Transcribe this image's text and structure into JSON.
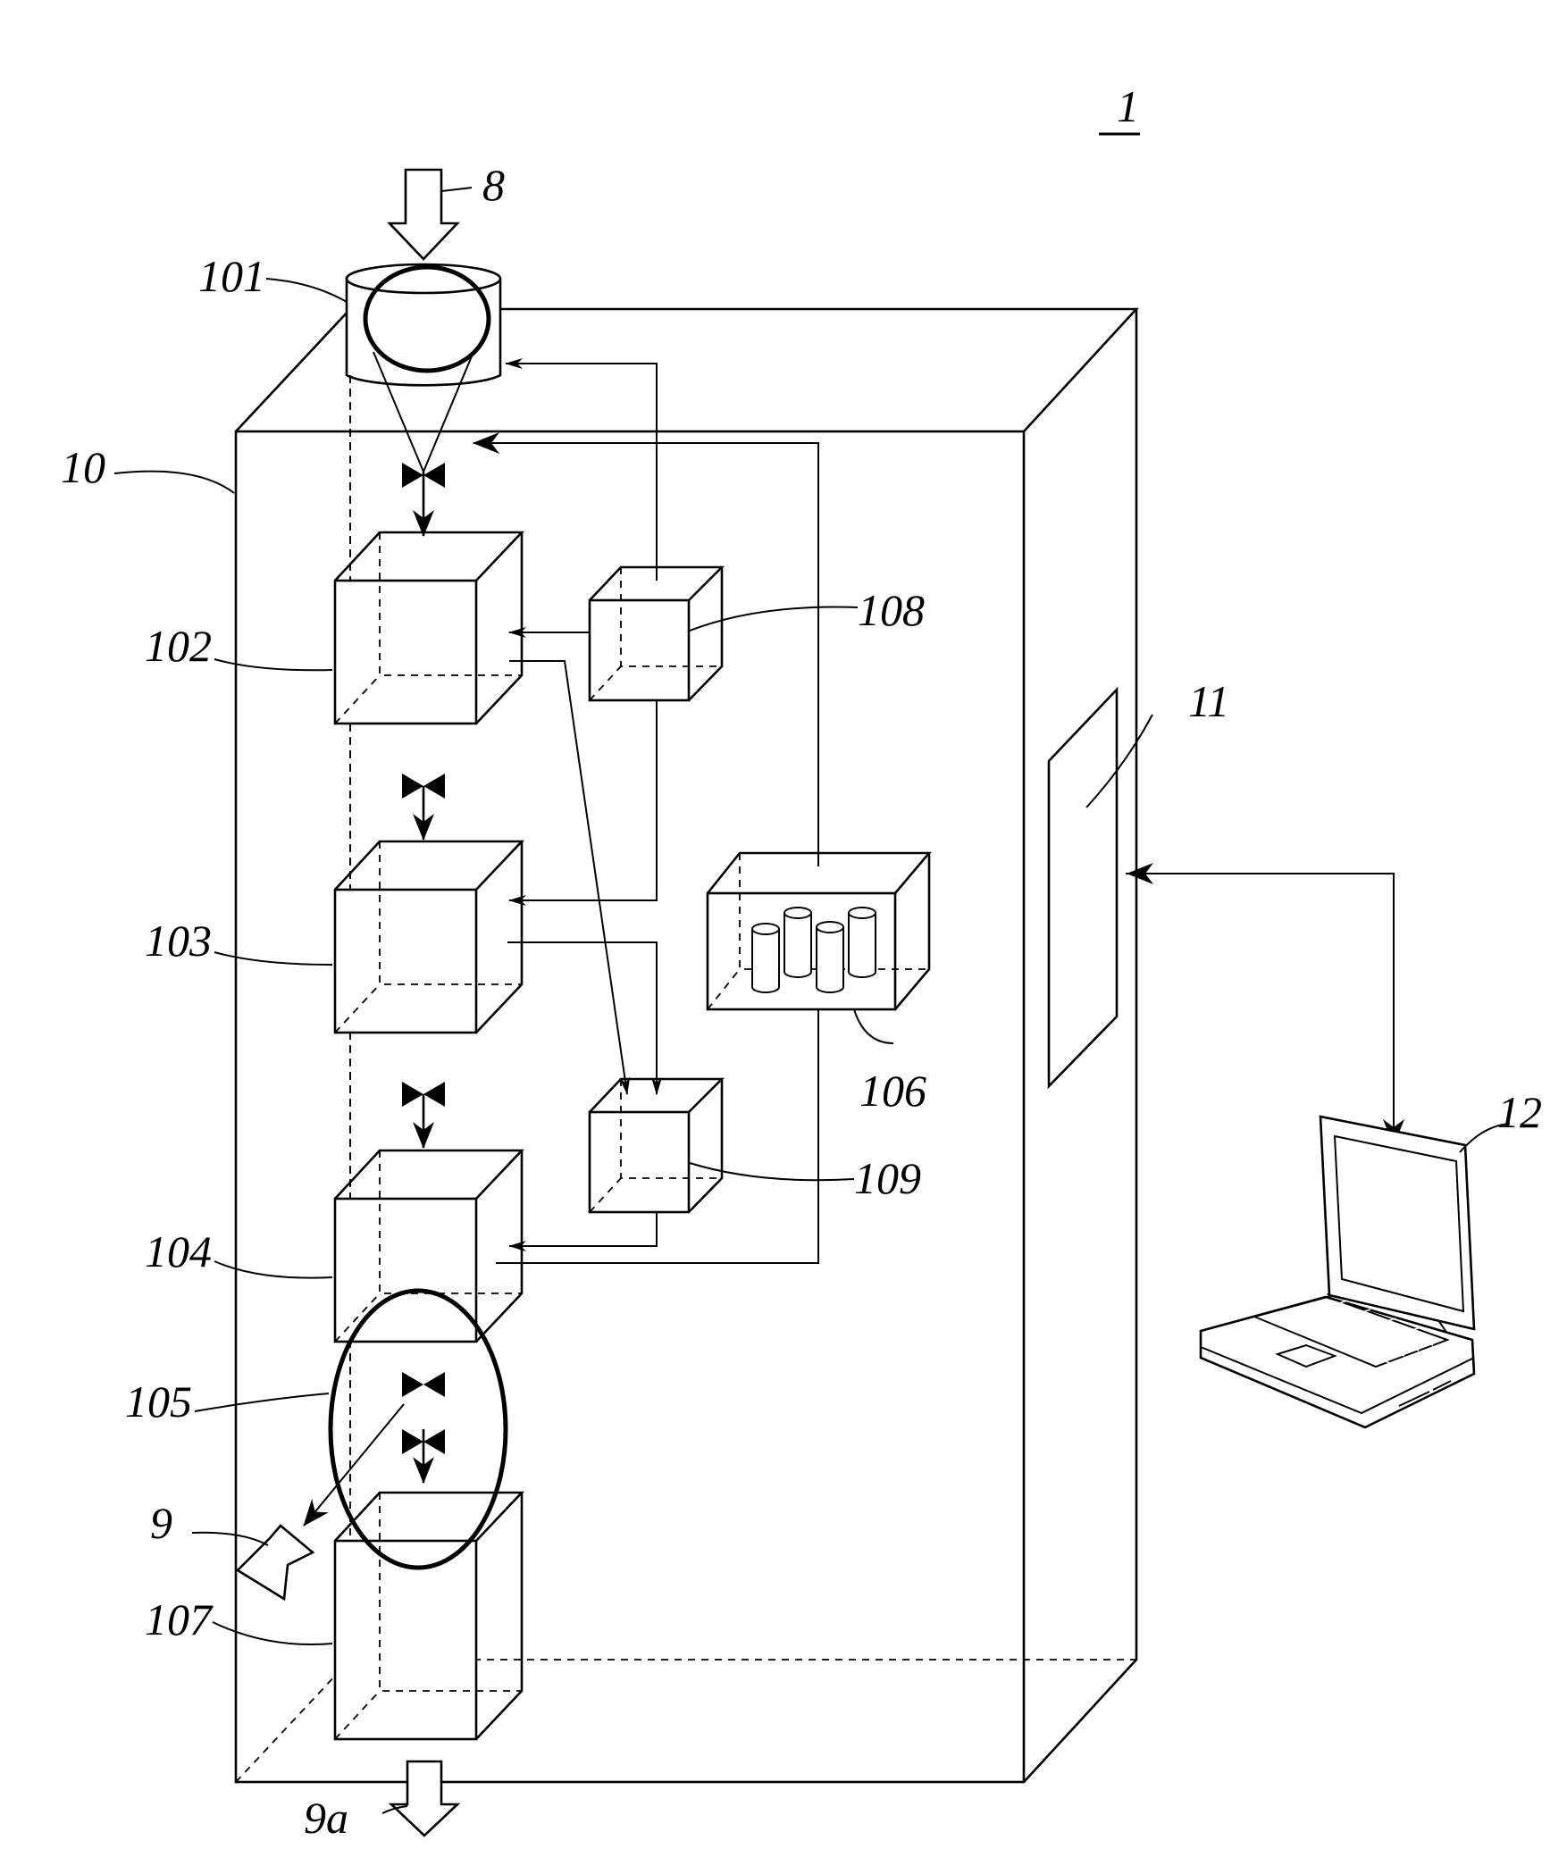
{
  "figure_label": "1",
  "labels": {
    "input_flow": "8",
    "hopper": "101",
    "apparatus": "10",
    "unit_102": "102",
    "unit_103": "103",
    "unit_104": "104",
    "valve_assembly": "105",
    "reagent_storage": "106",
    "unit_107": "107",
    "unit_108": "108",
    "unit_109": "109",
    "control_panel": "11",
    "computer": "12",
    "discharge": "9",
    "output_flow": "9a"
  },
  "icons": {
    "laptop": "laptop-icon",
    "valve": "bowtie-valve-icon",
    "reagent_bottles": "cylinder-bottles-icon"
  }
}
